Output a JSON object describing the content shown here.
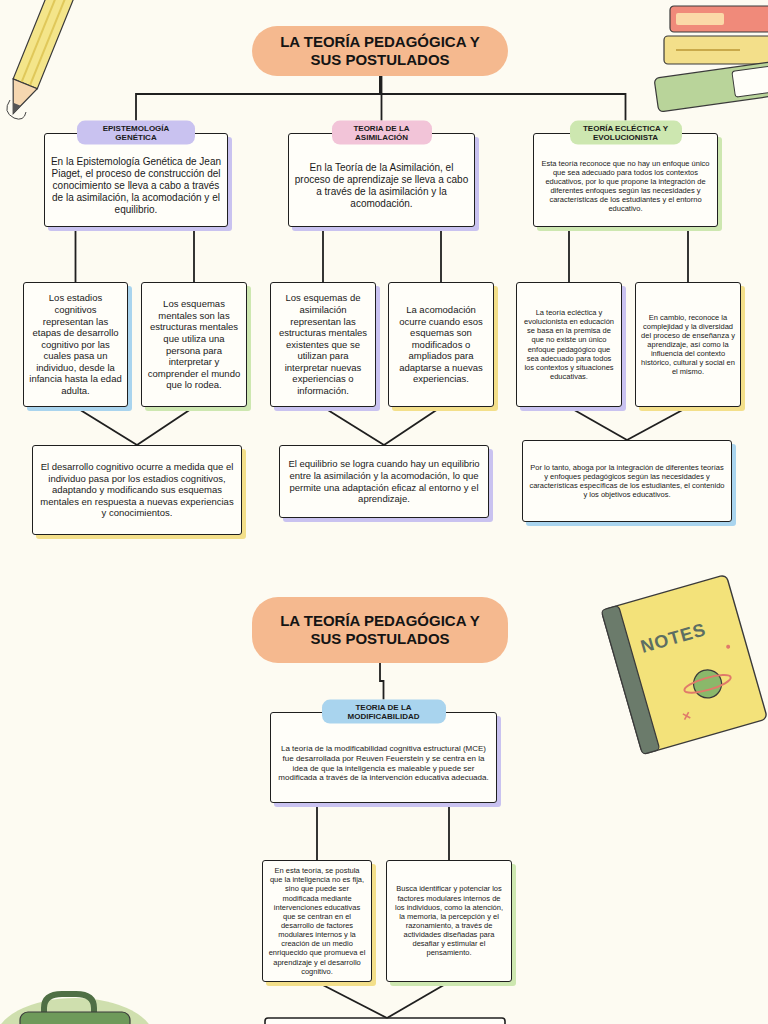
{
  "diagram": {
    "nodes": [
      {
        "text": [
          "LA TEORÍA PEDAGÓGICA Y SUS POSTULADOS"
        ]
      },
      {
        "text": [
          "EPISTEMOLOGÍA GENÉTICA",
          "En la Epistemología Genética de Jean Piaget, el proceso de construcción del conocimiento se lleva a cabo a través de la asimilación, la acomodación y el equilibrio."
        ]
      },
      {
        "text": [
          "TEORIA DE LA ASIMILACIÓN",
          "En la Teoría de la Asimilación, el proceso de aprendizaje se lleva a cabo a través de la asimilación y la acomodación."
        ]
      },
      {
        "text": [
          "TEORÍA ECLÉCTICA Y EVOLUCIONISTA",
          "Esta teoría reconoce que no hay un enfoque único que sea adecuado para todos los contextos educativos, por lo que propone la integración de diferentes enfoques según las necesidades y características de los estudiantes y el entorno educativo."
        ]
      },
      {
        "text": [
          "Los estadios cognitivos representan las etapas de desarrollo cognitivo por las cuales pasa un individuo, desde la infancia hasta la edad adulta."
        ]
      },
      {
        "text": [
          "Los esquemas mentales son las estructuras mentales que utiliza una persona para interpretar y comprender el mundo que lo rodea."
        ]
      },
      {
        "text": [
          "El desarrollo cognitivo ocurre a medida que el individuo pasa por los estadios cognitivos, adaptando y modificando sus esquemas mentales en respuesta a nuevas experiencias y conocimientos."
        ]
      },
      {
        "text": [
          "Los esquemas de asimilación representan las estructuras mentales existentes que se utilizan para interpretar nuevas experiencias o información."
        ]
      },
      {
        "text": [
          "La acomodación ocurre cuando esos esquemas son modificados o ampliados para adaptarse a nuevas experiencias."
        ]
      },
      {
        "text": [
          "El equilibrio se logra cuando hay un equilibrio entre la asimilación y la acomodación, lo que permite una adaptación eficaz al entorno y el aprendizaje."
        ]
      },
      {
        "text": [
          "La teoría ecléctica y evolucionista en educación se basa en la premisa de que no existe un único enfoque pedagógico que sea adecuado para todos los contextos y situaciones educativas."
        ]
      },
      {
        "text": [
          "En cambio, reconoce la complejidad y la diversidad del proceso de enseñanza y aprendizaje, así como la influencia del contexto histórico, cultural y social en el mismo."
        ]
      },
      {
        "text": [
          "Por lo tanto, aboga por la integración de diferentes teorías y enfoques pedagógicos según las necesidades y características específicas de los estudiantes, el contenido y los objetivos educativos."
        ]
      },
      {
        "text": [
          "LA TEORÍA PEDAGÓGICA Y SUS POSTULADOS"
        ]
      },
      {
        "text": [
          "TEORIA DE LA MODIFICABILIDAD",
          "La teoría de la modificabilidad cognitiva estructural (MCE) fue desarrollada por Reuven Feuerstein y se centra en la idea de que la inteligencia es maleable y puede ser modificada a través de la intervención educativa adecuada."
        ]
      },
      {
        "text": [
          "En esta teoría, se postula que la inteligencia no es fija, sino que puede ser modificada mediante intervenciones educativas que se centran en el desarrollo de factores modulares internos y la creación de un medio enriquecido que promueva el aprendizaje y el desarrollo cognitivo."
        ]
      },
      {
        "text": [
          "Busca identificar y potenciar los factores modulares internos de los individuos, como la atención, la memoria, la percepción y el razonamiento, a través de actividades diseñadas para desafiar y estimular el pensamiento."
        ]
      }
    ],
    "edges": [
      {
        "from": 0,
        "to": 1,
        "arrow": "none"
      },
      {
        "from": 0,
        "to": 2,
        "arrow": "none"
      },
      {
        "from": 0,
        "to": 3,
        "arrow": "none"
      },
      {
        "from": 1,
        "to": 4,
        "arrow": "none"
      },
      {
        "from": 1,
        "to": 5,
        "arrow": "none"
      },
      {
        "from": 4,
        "to": 6,
        "arrow": "none"
      },
      {
        "from": 5,
        "to": 6,
        "arrow": "none"
      },
      {
        "from": 2,
        "to": 7,
        "arrow": "none"
      },
      {
        "from": 2,
        "to": 8,
        "arrow": "none"
      },
      {
        "from": 7,
        "to": 9,
        "arrow": "none"
      },
      {
        "from": 8,
        "to": 9,
        "arrow": "none"
      },
      {
        "from": 3,
        "to": 10,
        "arrow": "none"
      },
      {
        "from": 3,
        "to": 11,
        "arrow": "none"
      },
      {
        "from": 10,
        "to": 12,
        "arrow": "none"
      },
      {
        "from": 11,
        "to": 12,
        "arrow": "none"
      },
      {
        "from": 13,
        "to": 14,
        "arrow": "none"
      },
      {
        "from": 14,
        "to": 15,
        "arrow": "none"
      },
      {
        "from": 14,
        "to": 16,
        "arrow": "none"
      }
    ],
    "labels": [
      "NOTES"
    ]
  }
}
